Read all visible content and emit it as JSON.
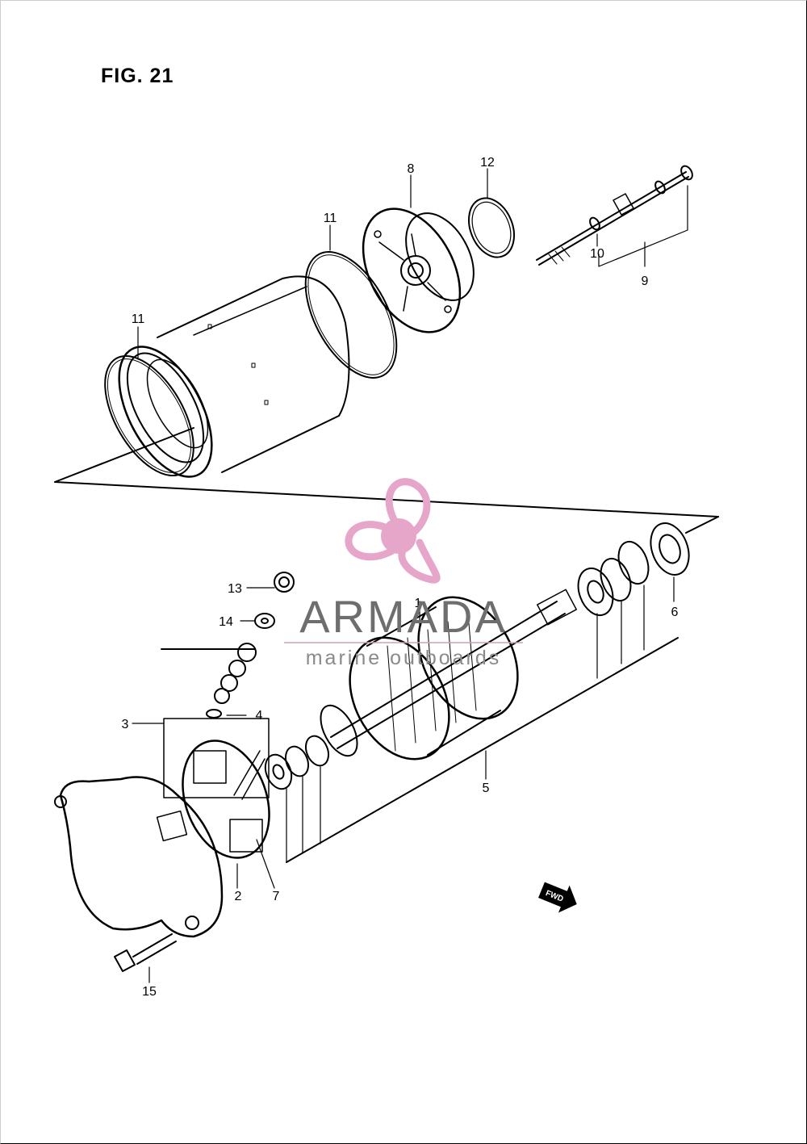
{
  "figure": {
    "title": "FIG. 21"
  },
  "callouts": [
    {
      "id": "callout-1",
      "text": "1"
    },
    {
      "id": "callout-2",
      "text": "2"
    },
    {
      "id": "callout-3",
      "text": "3"
    },
    {
      "id": "callout-4",
      "text": "4"
    },
    {
      "id": "callout-5",
      "text": "5"
    },
    {
      "id": "callout-6",
      "text": "6"
    },
    {
      "id": "callout-7",
      "text": "7"
    },
    {
      "id": "callout-8",
      "text": "8"
    },
    {
      "id": "callout-9",
      "text": "9"
    },
    {
      "id": "callout-10",
      "text": "10"
    },
    {
      "id": "callout-11a",
      "text": "11"
    },
    {
      "id": "callout-11b",
      "text": "11"
    },
    {
      "id": "callout-12",
      "text": "12"
    },
    {
      "id": "callout-13",
      "text": "13"
    },
    {
      "id": "callout-14",
      "text": "14"
    },
    {
      "id": "callout-15",
      "text": "15"
    }
  ],
  "watermark": {
    "brand": "ARMADA",
    "tagline": "marine outboards",
    "logo_color": "#e6a6c9",
    "text_color": "#6e6e6e"
  },
  "direction_badge": {
    "text": "FWD",
    "icon": "fwd-arrow-icon"
  },
  "line_color": "#000000"
}
